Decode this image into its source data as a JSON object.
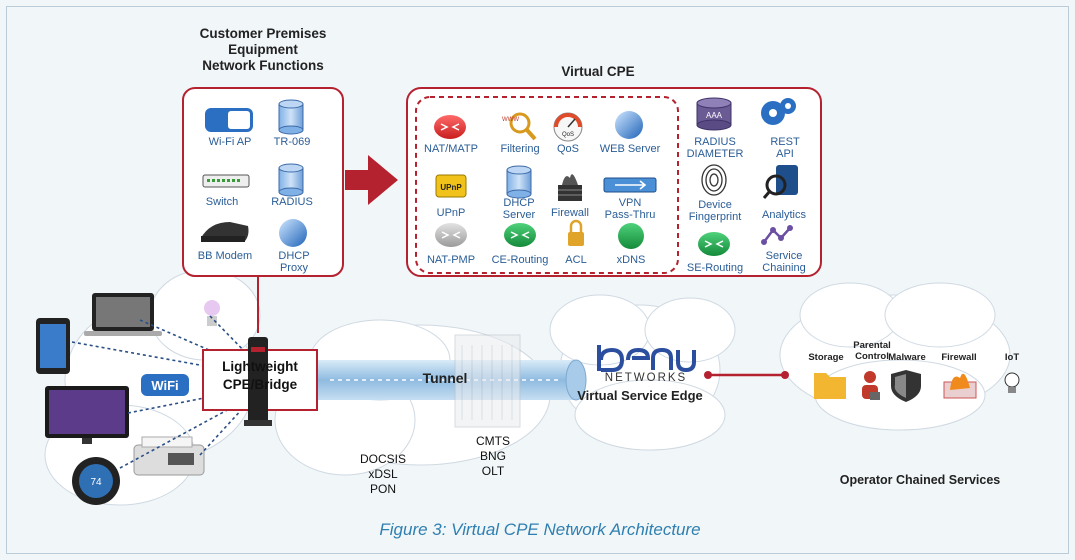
{
  "cpe_section": {
    "title_lines": [
      "Customer Premises",
      "Equipment",
      "Network Functions"
    ],
    "items": [
      "Wi-Fi AP",
      "TR-069",
      "Switch",
      "RADIUS",
      "BB Modem",
      "DHCP\nProxy"
    ]
  },
  "vcpe_section": {
    "title": "Virtual CPE",
    "items": [
      "NAT/MATP",
      "Filtering",
      "QoS",
      "WEB Server",
      "UPnP",
      "DHCP\nServer",
      "Firewall",
      "VPN\nPass-Thru",
      "NAT-PMP",
      "CE-Routing",
      "ACL",
      "xDNS"
    ],
    "right_items": [
      "RADIUS\nDIAMETER",
      "REST\nAPI",
      "Device\nFingerprint",
      "Analytics",
      "SE-Routing",
      "Service\nChaining"
    ],
    "icon_text": {
      "aaa": "AAA",
      "qos": "QoS",
      "upnp": "UPnP",
      "www": "WWW"
    }
  },
  "bridge": {
    "line1": "Lightweight",
    "line2": "CPE/Bridge"
  },
  "wifi_badge": "WiFi",
  "thermostat_value": "74",
  "tunnel": {
    "label": "Tunnel"
  },
  "access_tech": [
    "DOCSIS",
    "xDSL",
    "PON"
  ],
  "headend": [
    "CMTS",
    "BNG",
    "OLT"
  ],
  "benu": {
    "logo": "benu",
    "networks": "NETWORKS",
    "name": "Virtual Service Edge"
  },
  "services": {
    "items": [
      "Storage",
      "Parental\nControl",
      "Malware",
      "Firewall",
      "IoT"
    ],
    "title": "Operator Chained Services"
  },
  "caption": "Figure 3: Virtual CPE Network Architecture",
  "colors": {
    "accent_red": "#b5222f",
    "label_blue": "#2a5d96",
    "caption_blue": "#2f7fb0",
    "tunnel_blue": "#9cc4e6"
  }
}
